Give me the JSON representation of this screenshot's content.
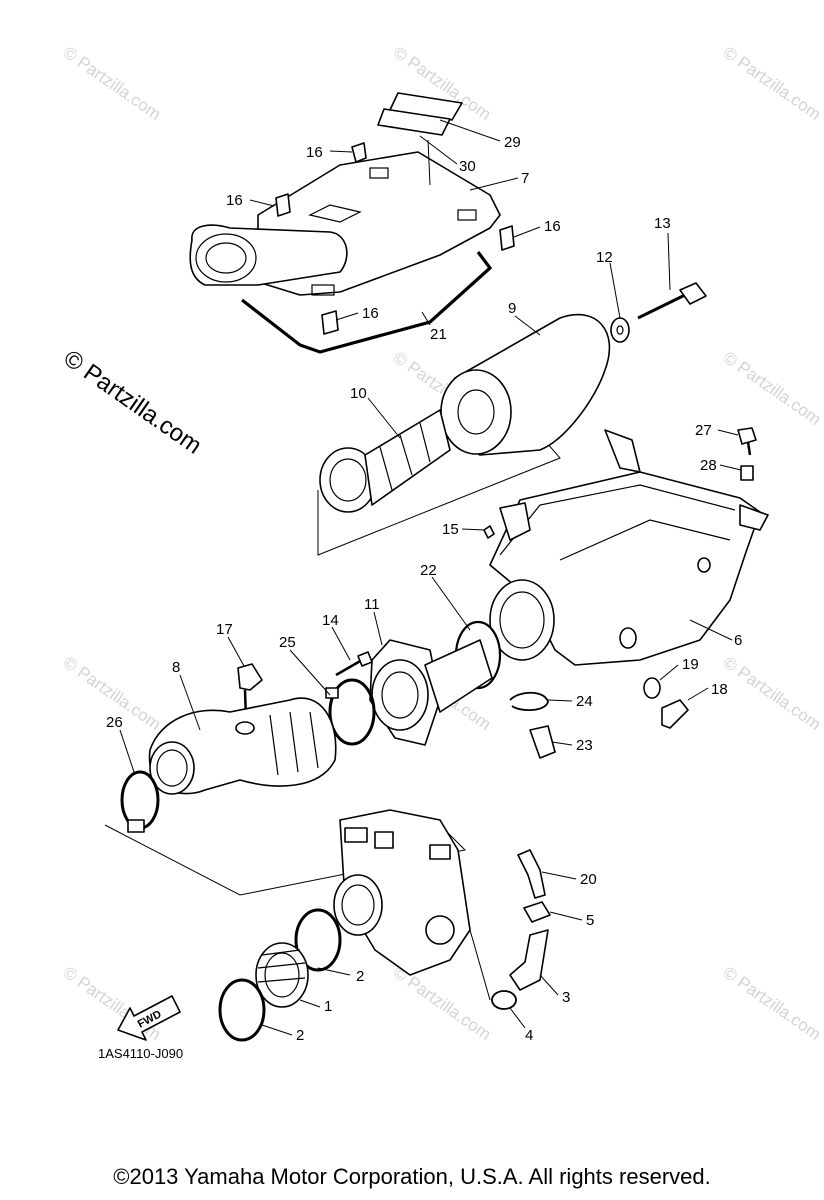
{
  "watermark": {
    "text": "© Partzilla.com",
    "large_text": "© Partzilla.com"
  },
  "callouts": [
    "29",
    "30",
    "7",
    "16",
    "16",
    "16",
    "16",
    "13",
    "12",
    "21",
    "9",
    "10",
    "27",
    "28",
    "15",
    "22",
    "11",
    "14",
    "17",
    "25",
    "8",
    "26",
    "6",
    "19",
    "18",
    "24",
    "23",
    "20",
    "5",
    "2",
    "1",
    "2",
    "3",
    "4"
  ],
  "fwd_label": "FWD",
  "diagram_code": "1AS4110-J090",
  "copyright": "©2013 Yamaha Motor Corporation, U.S.A. All rights reserved."
}
